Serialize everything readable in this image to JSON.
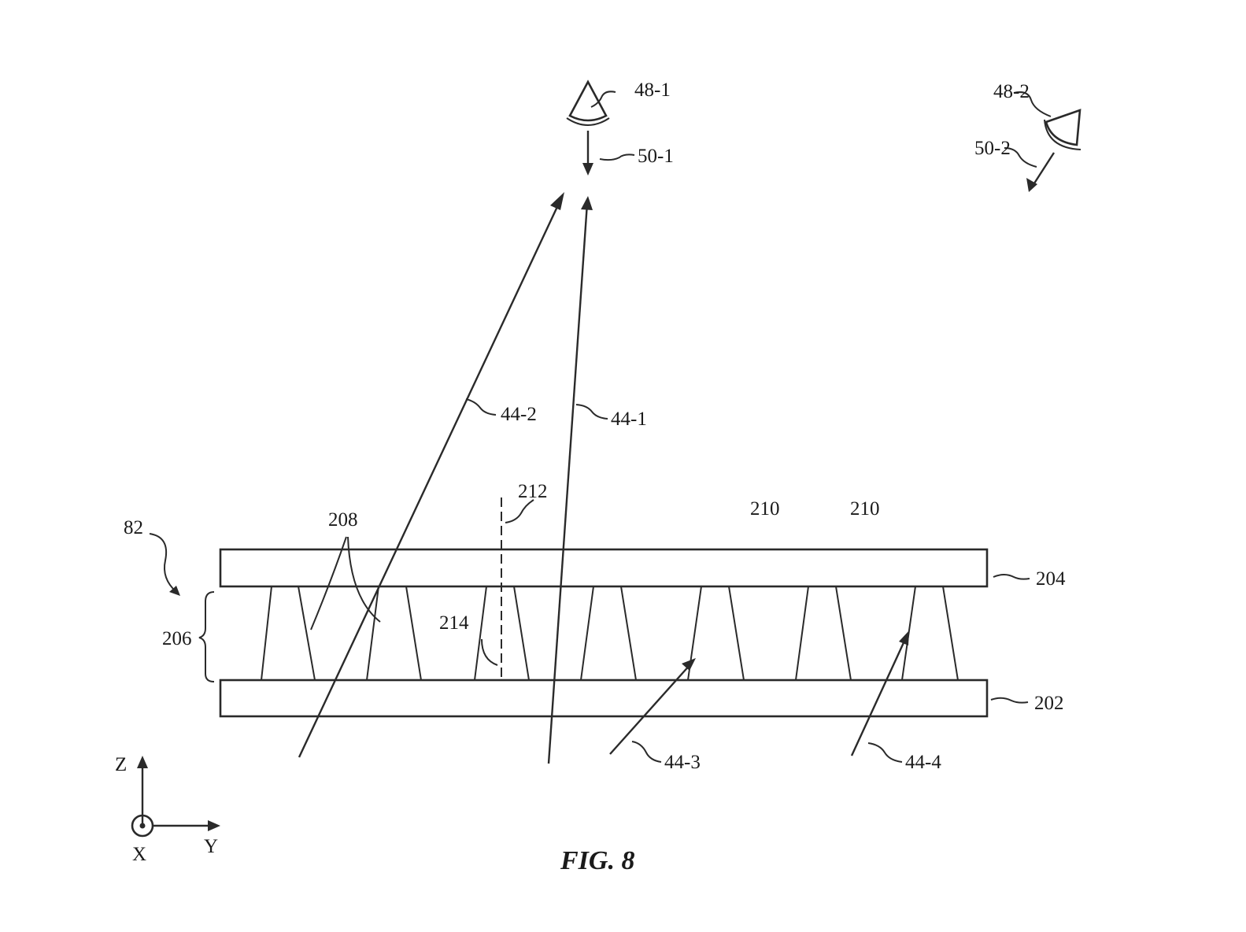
{
  "labels": {
    "eye1": "48-1",
    "eye2": "48-2",
    "dir1": "50-1",
    "dir2": "50-2",
    "ray1": "44-1",
    "ray2": "44-2",
    "ray3": "44-3",
    "ray4": "44-4",
    "device": "82",
    "louvers": "208",
    "normal": "212",
    "angle": "214",
    "gap_a": "210",
    "gap_b": "210",
    "top_layer": "204",
    "bottom_layer": "202",
    "louver_layer": "206",
    "axis_z": "Z",
    "axis_y": "Y",
    "axis_x": "X"
  },
  "caption": "FIG. 8",
  "colors": {
    "line": "#2a2a2a",
    "background": "#ffffff"
  }
}
